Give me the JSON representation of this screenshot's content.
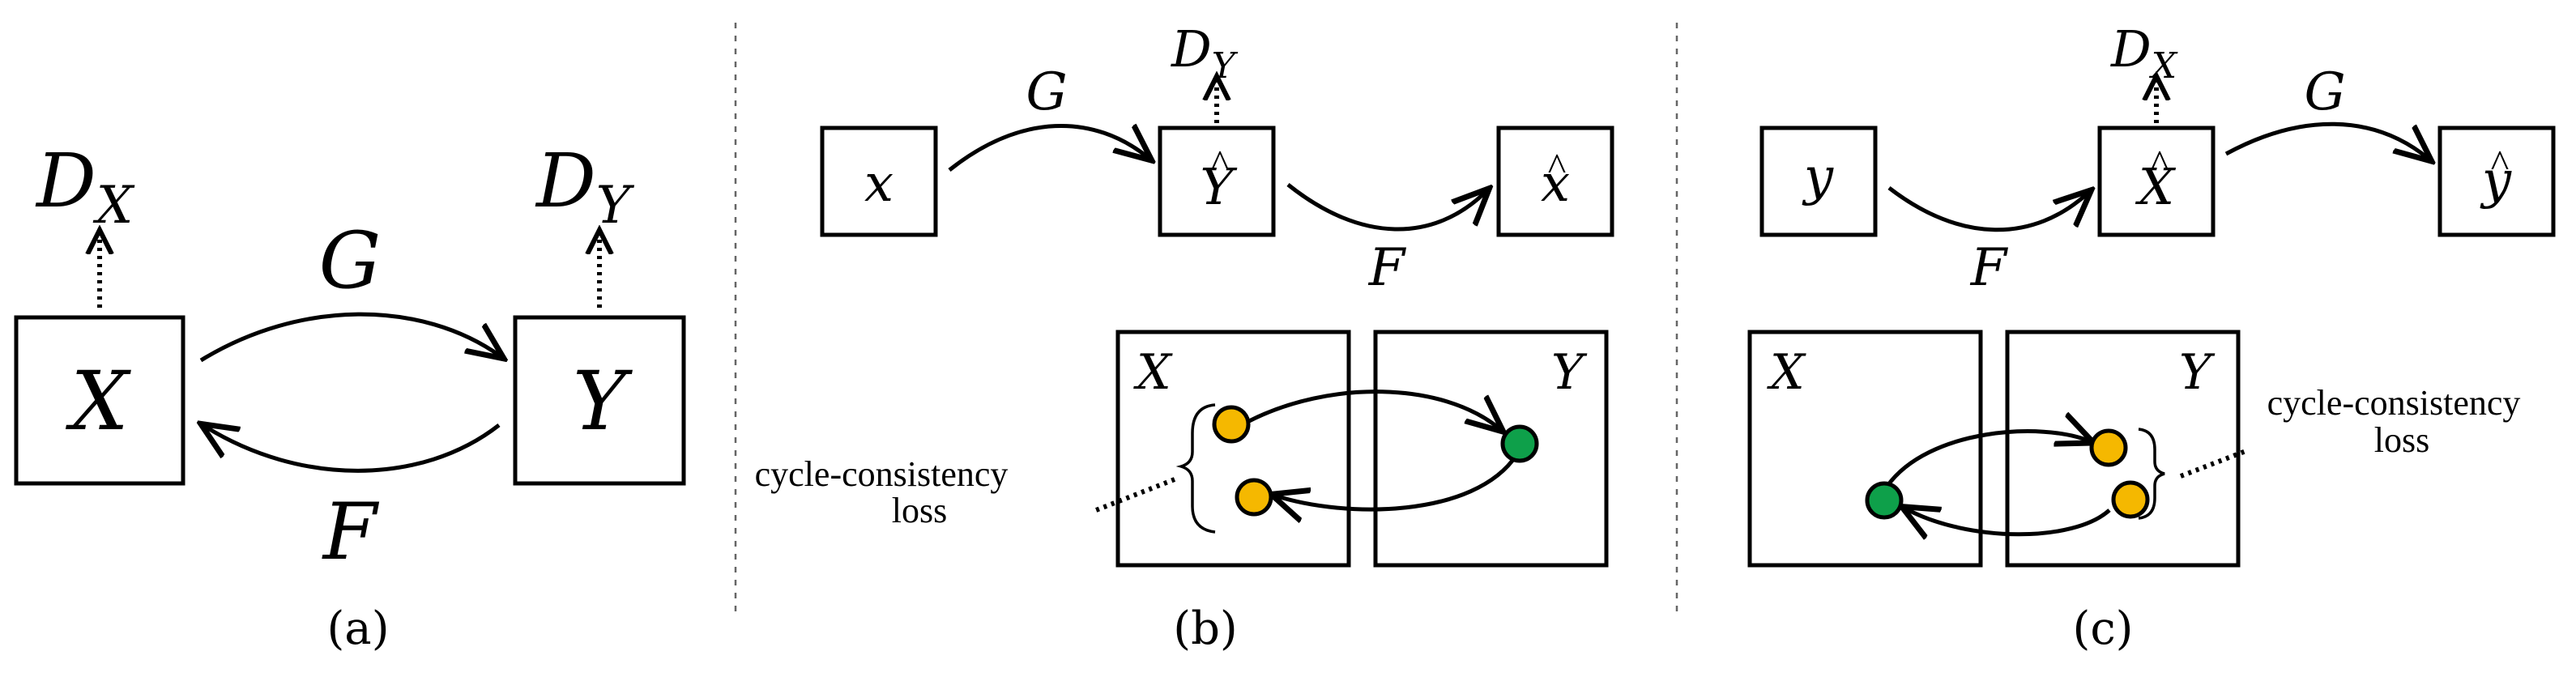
{
  "panel_a": {
    "caption": "(a)",
    "node_x": "X",
    "node_y": "Y",
    "disc_x": {
      "base": "D",
      "sub": "X"
    },
    "disc_y": {
      "base": "D",
      "sub": "Y"
    },
    "map_g": "G",
    "map_f": "F"
  },
  "panel_b": {
    "caption": "(b)",
    "input": "x",
    "mid_base": "Y",
    "mid_hat": "^",
    "output_base": "x",
    "output_hat": "^",
    "disc": {
      "base": "D",
      "sub": "Y"
    },
    "map_g": "G",
    "map_f": "F",
    "domain_left": "X",
    "domain_right": "Y",
    "loss_line1": "cycle-consistency",
    "loss_line2": "loss"
  },
  "panel_c": {
    "caption": "(c)",
    "input": "y",
    "mid_base": "X",
    "mid_hat": "^",
    "output_base": "y",
    "output_hat": "^",
    "disc": {
      "base": "D",
      "sub": "X"
    },
    "map_g": "G",
    "map_f": "F",
    "domain_left": "X",
    "domain_right": "Y",
    "loss_line1": "cycle-consistency",
    "loss_line2": "loss"
  },
  "colors": {
    "sample_point": "#f5b800",
    "mapped_point": "#0ea04a",
    "outline": "#000000",
    "separator": "#666666"
  }
}
